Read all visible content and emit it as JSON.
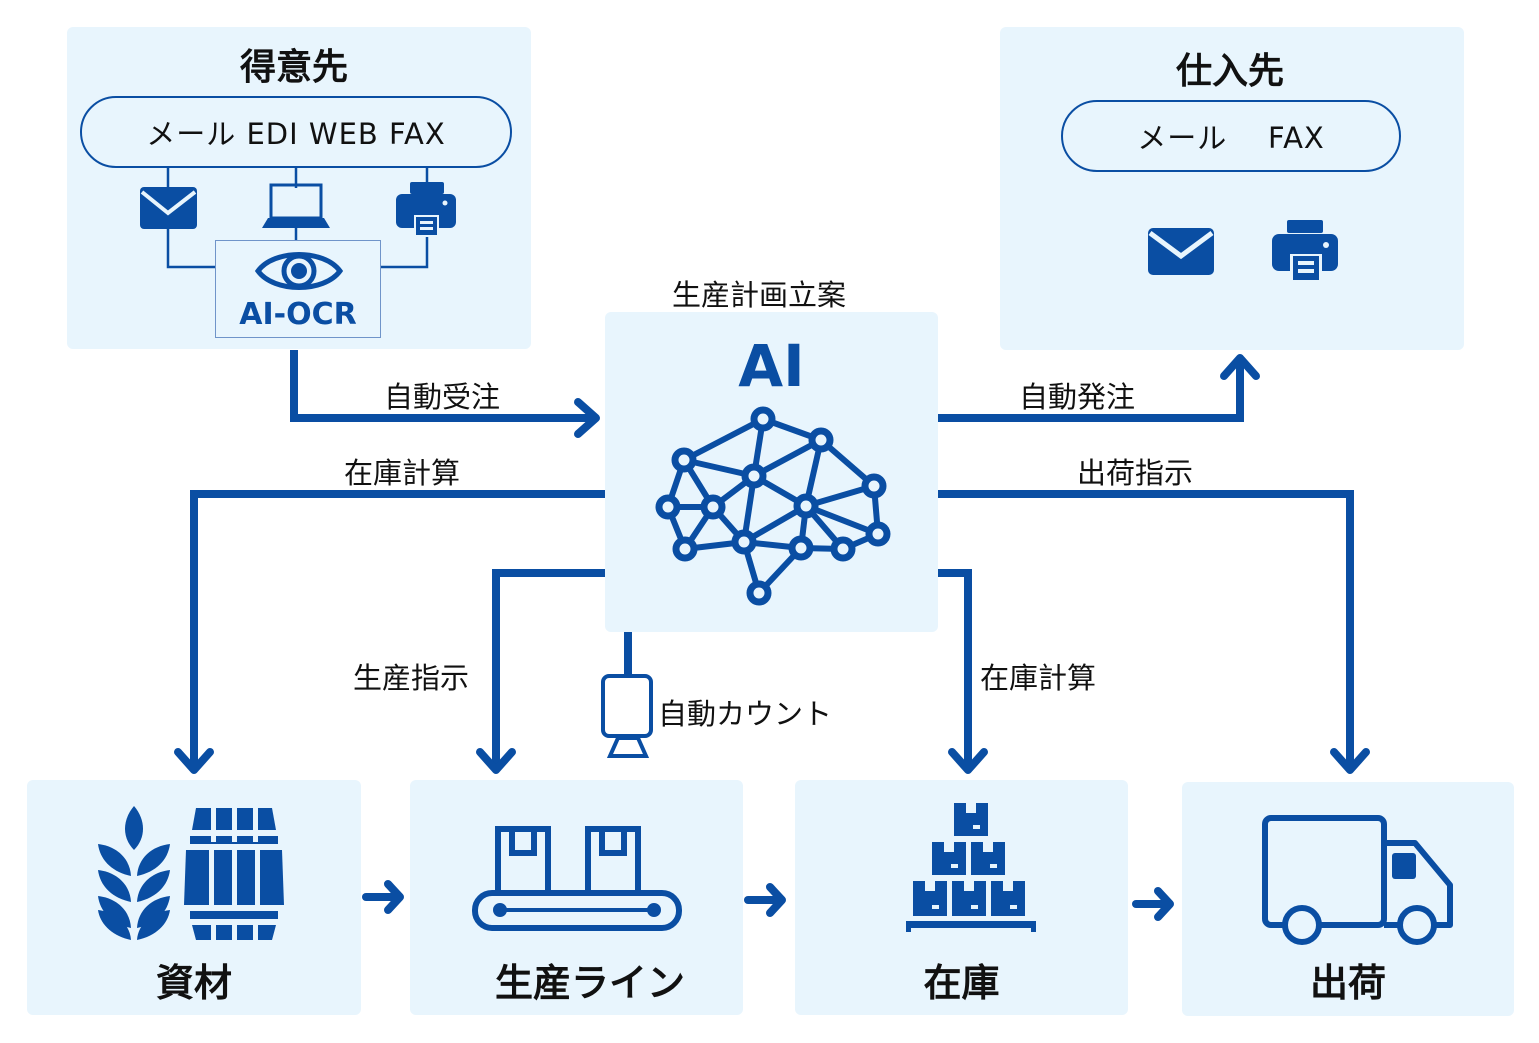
{
  "colors": {
    "accent": "#0a4ea3",
    "panel": "#e8f5fd",
    "text": "#111111"
  },
  "customer": {
    "title": "得意先",
    "channels": "メール  EDI  WEB  FAX",
    "icons": [
      "mail-icon",
      "laptop-icon",
      "printer-icon"
    ],
    "ocr_label": "AI-OCR",
    "ocr_icon": "eye-icon"
  },
  "supplier": {
    "title": "仕入先",
    "channels": "メール    FAX",
    "icons": [
      "mail-icon",
      "printer-icon"
    ]
  },
  "ai": {
    "caption": "生産計画立案",
    "label": "AI",
    "icon": "neural-network-brain-icon"
  },
  "flows": {
    "auto_order_receive": "自動受注",
    "auto_order_place": "自動発注",
    "inventory_calc_left": "在庫計算",
    "shipping_instruction": "出荷指示",
    "production_instruction": "生産指示",
    "auto_count": "自動カウント",
    "inventory_calc_right": "在庫計算"
  },
  "stages": [
    {
      "label": "資材",
      "icon": "wheat-barrel-icon"
    },
    {
      "label": "生産ライン",
      "icon": "conveyor-belt-icon"
    },
    {
      "label": "在庫",
      "icon": "stacked-boxes-icon"
    },
    {
      "label": "出荷",
      "icon": "truck-icon"
    }
  ]
}
